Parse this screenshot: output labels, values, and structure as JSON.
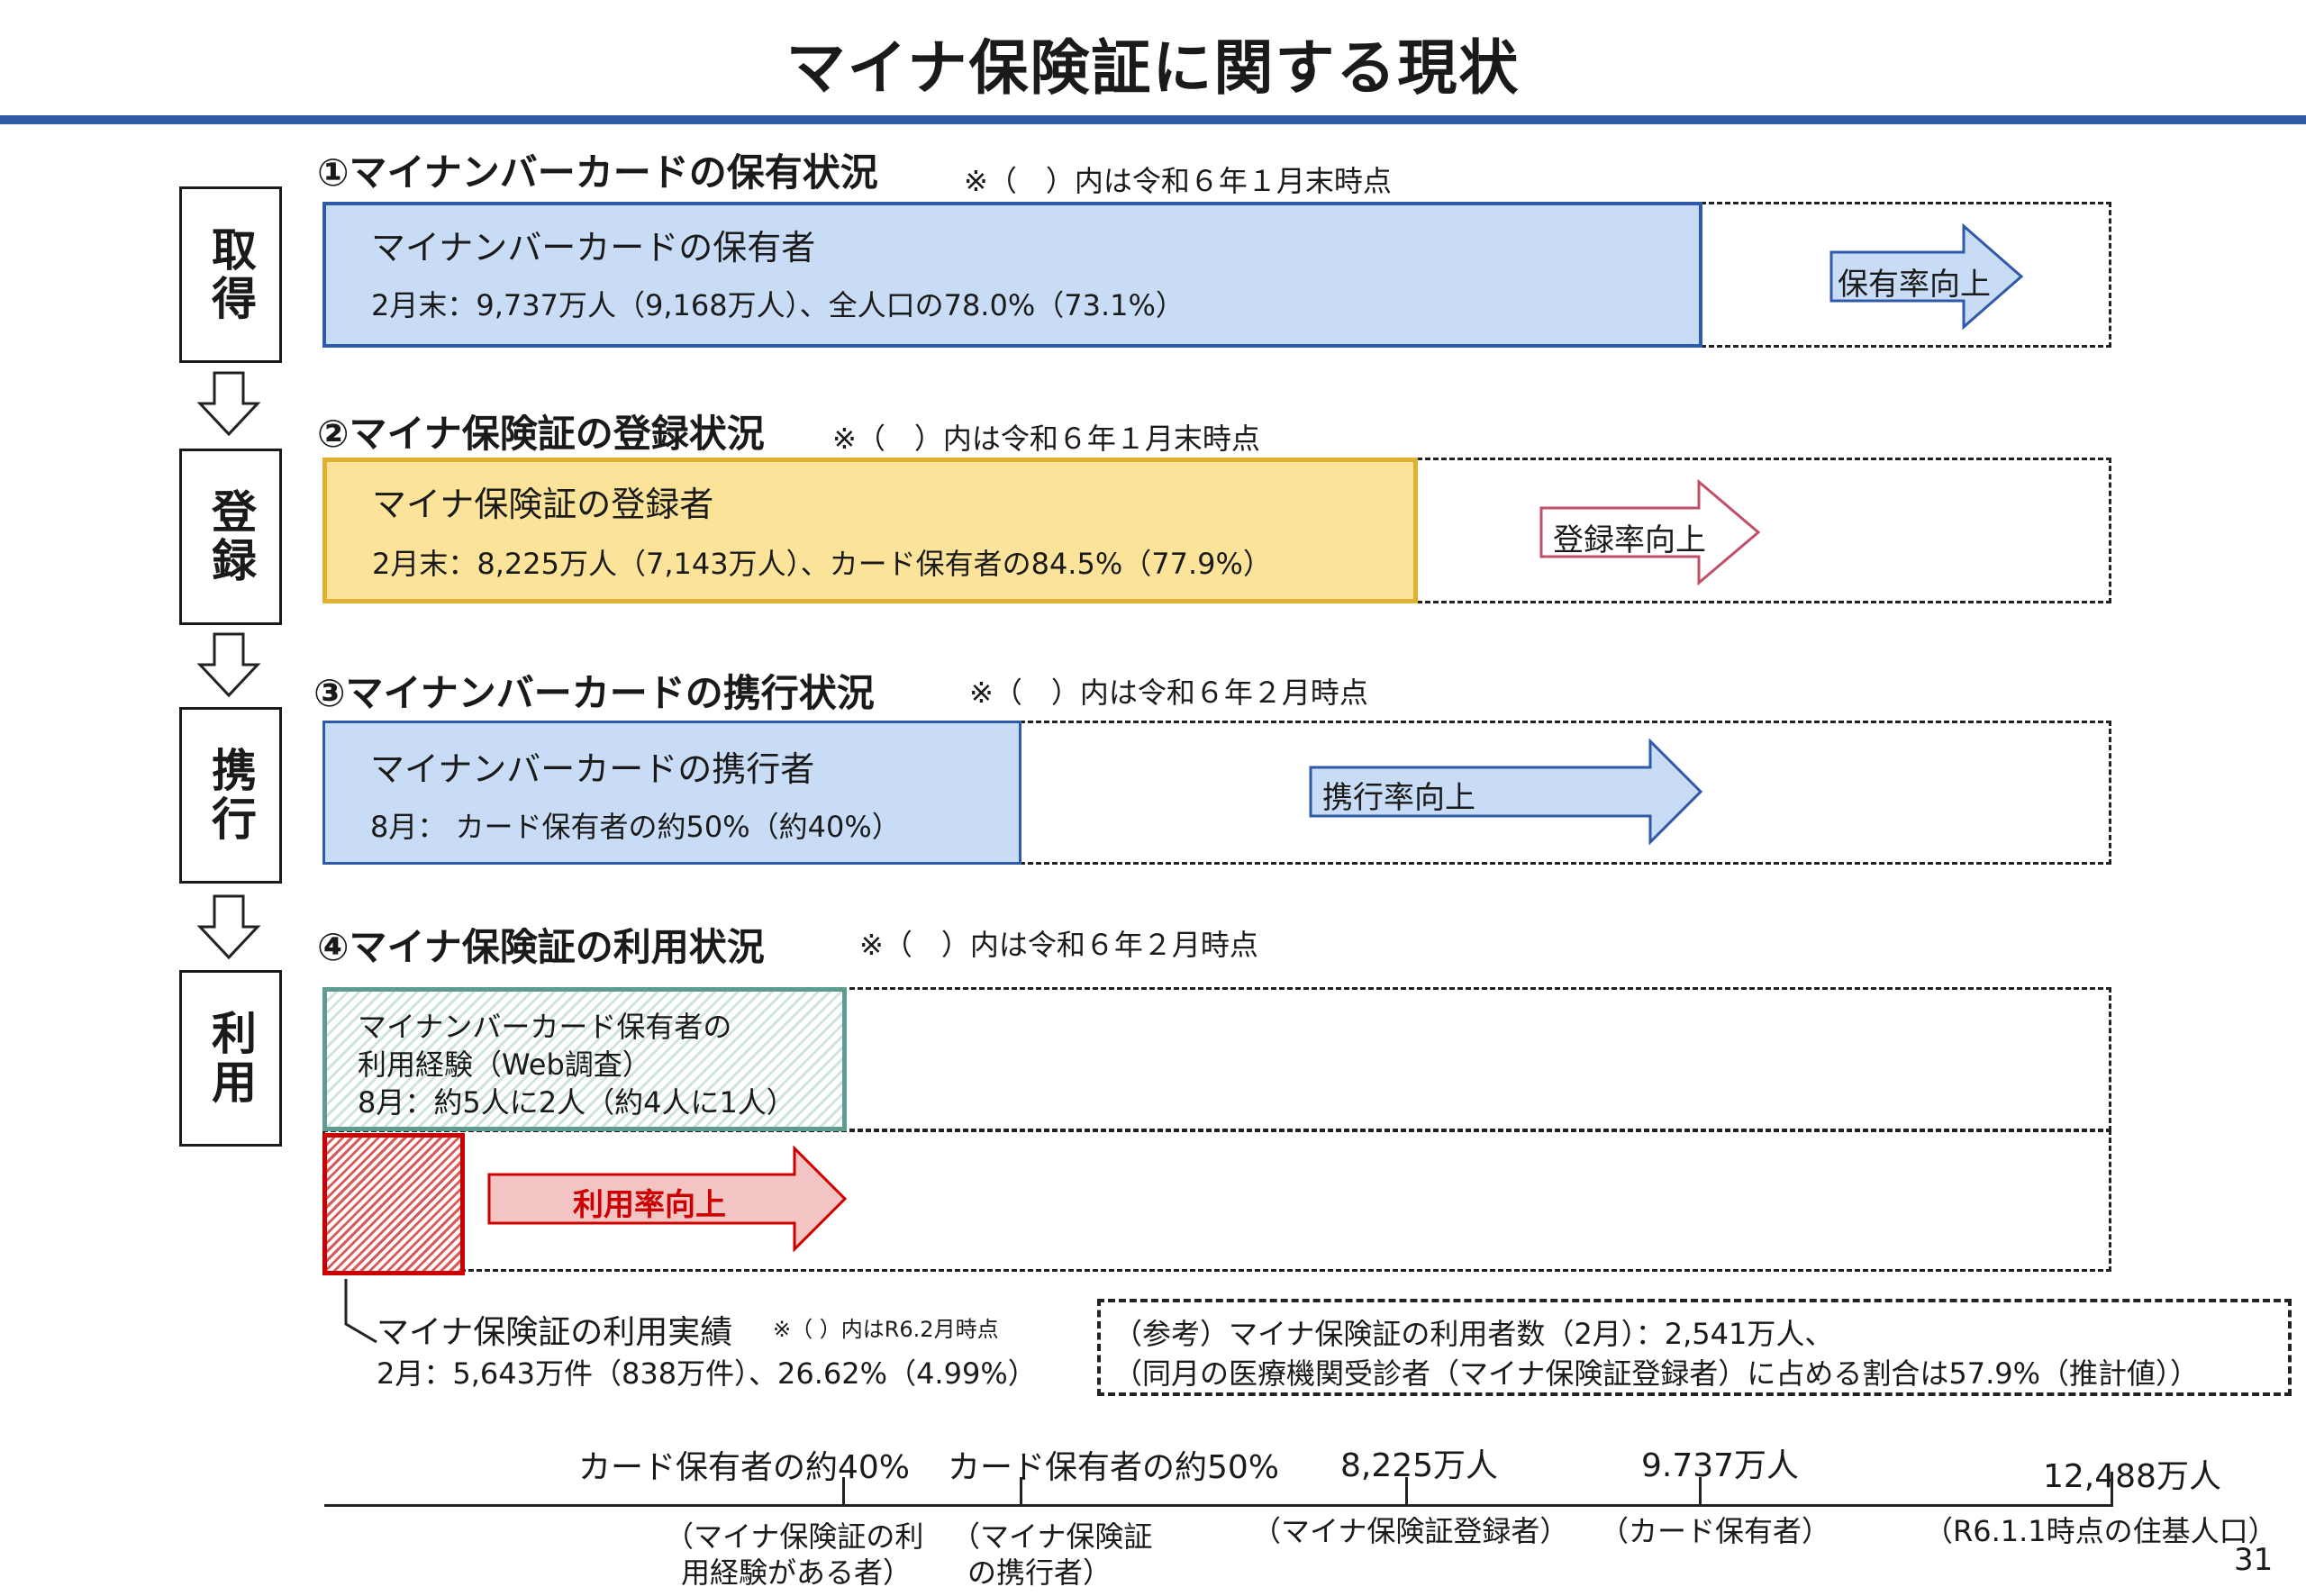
{
  "title": "マイナ保険証に関する現状",
  "stages": [
    "取得",
    "登録",
    "携行",
    "利用"
  ],
  "sections": [
    {
      "heading": "①マイナンバーカードの保有状況",
      "note": "※（　）内は令和６年１月末時点",
      "box_title": "マイナンバーカードの保有者",
      "box_detail": "2月末：9,737万人（9,168万人）、全人口の78.0%（73.1%）",
      "arrow_label": "保有率向上",
      "fill_color": "#c9dcf5",
      "border_color": "#2f5aa8"
    },
    {
      "heading": "②マイナ保険証の登録状況",
      "note": "※（　）内は令和６年１月末時点",
      "box_title": "マイナ保険証の登録者",
      "box_detail": "2月末：8,225万人（7,143万人）、カード保有者の84.5%（77.9%）",
      "arrow_label": "登録率向上",
      "fill_color": "#fbe39a",
      "border_color": "#e0b030"
    },
    {
      "heading": "③マイナンバーカードの携行状況",
      "note": "※（　）内は令和６年２月時点",
      "box_title": "マイナンバーカードの携行者",
      "box_detail": "8月： カード保有者の約50%（約40%）",
      "arrow_label": "携行率向上",
      "fill_color": "#c9dcf5",
      "border_color": "#2f5aa8"
    },
    {
      "heading": "④マイナ保険証の利用状況",
      "note": "※（　）内は令和６年２月時点",
      "box_line1": "マイナンバーカード保有者の",
      "box_line2": "利用経験（Web調査）",
      "box_line3": "8月：約5人に2人（約4人に1人）",
      "arrow_label": "利用率向上",
      "fill_color": "#f3c4c4",
      "border_color": "#cc0000"
    }
  ],
  "usage_record": {
    "title": "マイナ保険証の利用実績",
    "note": "※（ ）内はR6.2月時点",
    "detail": "2月：5,643万件（838万件）、26.62%（4.99%）"
  },
  "reference": {
    "line1": "（参考）マイナ保険証の利用者数（2月）：2,541万人、",
    "line2": "（同月の医療機関受診者（マイナ保険証登録者）に占める割合は57.9%（推計値））"
  },
  "scale": {
    "labels": [
      "カード保有者の約40%",
      "カード保有者の約50%",
      "8,225万人",
      "9.737万人",
      "12,488万人"
    ],
    "sub1": [
      "（マイナ保険証の利",
      "用経験がある者）"
    ],
    "sub2": [
      "（マイナ保険証",
      "の携行者）"
    ],
    "sub3": "（マイナ保険証登録者）",
    "sub4": "（カード保有者）",
    "sub5": "（R6.1.1時点の住基人口）"
  },
  "page_number": "31"
}
